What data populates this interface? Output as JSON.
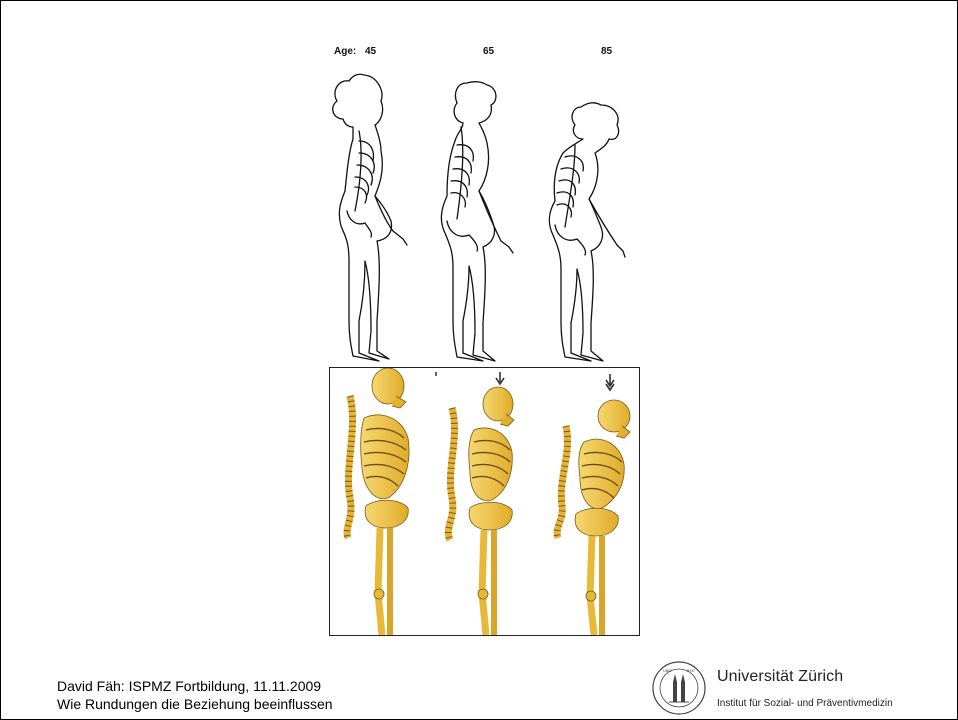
{
  "age_row": {
    "label": "Age:",
    "values": [
      "45",
      "65",
      "85"
    ]
  },
  "footer": {
    "line1": "David Fäh: ISPMZ Fortbildung, 11.11.2009",
    "line2": "Wie Rundungen die Beziehung beeinflussen"
  },
  "logo": {
    "university": "Universität Zürich",
    "institute": "Institut für Sozial- und Präventivmedizin",
    "seal_text": "UNIVERSITAS TURICENSIS MDCCCXXXIII"
  },
  "colors": {
    "bone": "#f3c64a",
    "bone_shadow": "#c99a22",
    "line": "#111111"
  }
}
